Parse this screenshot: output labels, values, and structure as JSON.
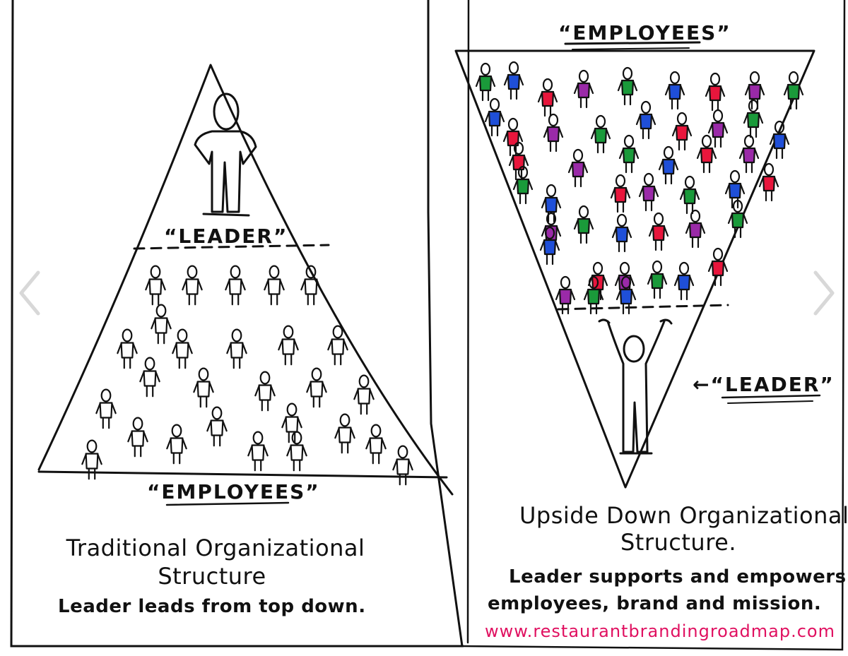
{
  "left_panel": {
    "leader_label": "“LEADER”",
    "employees_label": "“EMPLOYEES”",
    "caption_line1": "Traditional Organizational",
    "caption_line2": "Structure",
    "caption_line3": "Leader leads from top down."
  },
  "right_panel": {
    "employees_label": "“EMPLOYEES”",
    "leader_label": "←“LEADER”",
    "caption_line1": "Upside Down Organizational",
    "caption_line2": "Structure.",
    "caption_line3": "Leader supports and empowers",
    "caption_line4": "employees, brand and mission.",
    "website": "www.restaurantbrandingroadmap.com"
  },
  "colors": {
    "ink": "#111111",
    "website": "#e01060",
    "figure_red": "#e8163c",
    "figure_green": "#1a9a3a",
    "figure_blue": "#1f4fd8",
    "figure_purple": "#9a2aa8"
  },
  "nav": {
    "prev_icon": "chevron-left-icon",
    "next_icon": "chevron-right-icon"
  }
}
